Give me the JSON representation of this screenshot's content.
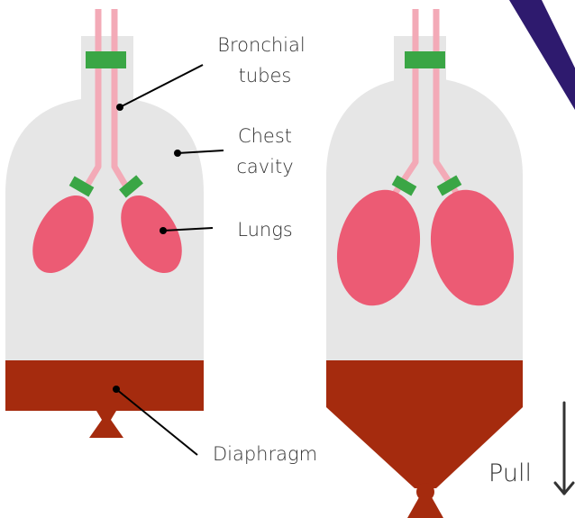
{
  "labels": {
    "bronchial_line1": "Bronchial",
    "bronchial_line2": "tubes",
    "chest_line1": "Chest",
    "chest_line2": "cavity",
    "lungs": "Lungs",
    "diaphragm": "Diaphragm",
    "pull": "Pull"
  },
  "colors": {
    "jar": "#e6e6e6",
    "bronchial_tube": "#f3aab7",
    "lung": "#ec5b74",
    "clamp": "#3aa645",
    "diaphragm": "#a52b0e",
    "stripe": "#2e1a6e",
    "leader_line": "#000000",
    "text": "#333333"
  }
}
